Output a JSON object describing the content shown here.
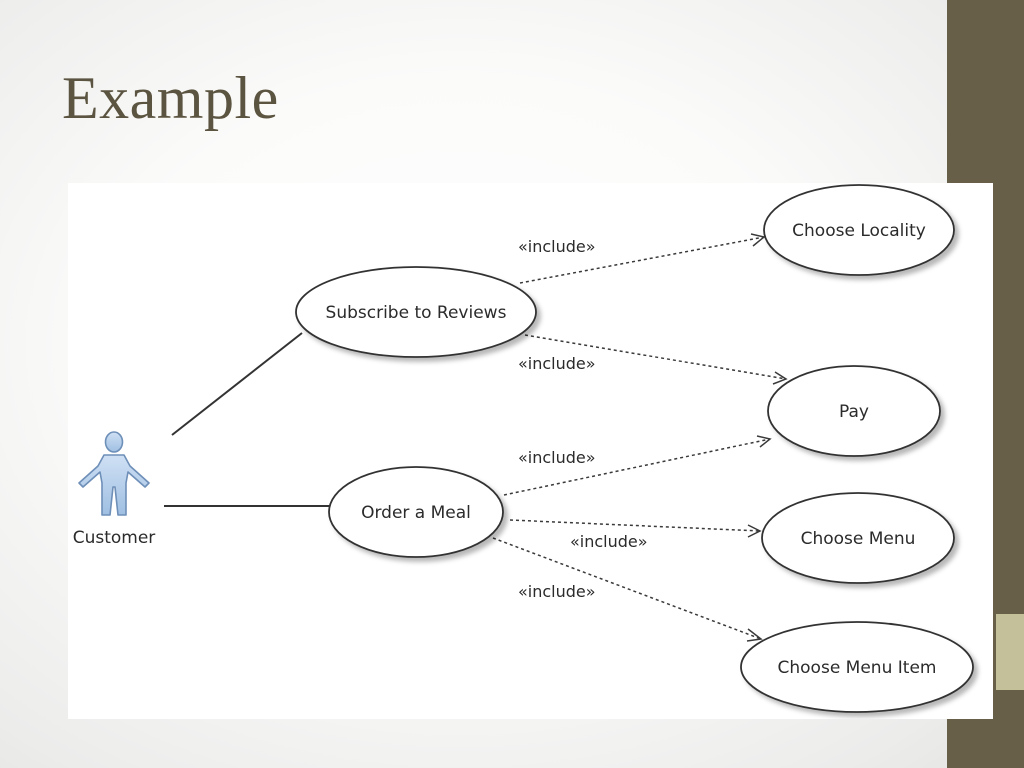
{
  "slide": {
    "title": "Example",
    "colors": {
      "title": "#5b5440",
      "band": "#675f48",
      "accent": "#c4c09a"
    }
  },
  "diagram": {
    "actor": {
      "name": "Customer",
      "icon": "stick-figure-icon"
    },
    "use_cases": {
      "subscribe": "Subscribe to Reviews",
      "order": "Order a Meal",
      "locality": "Choose Locality",
      "pay": "Pay",
      "menu": "Choose Menu",
      "menu_item": "Choose Menu Item"
    },
    "relationships": {
      "subscribe_locality": "«include»",
      "subscribe_pay": "«include»",
      "order_pay": "«include»",
      "order_menu": "«include»",
      "order_menu_item": "«include»"
    }
  }
}
